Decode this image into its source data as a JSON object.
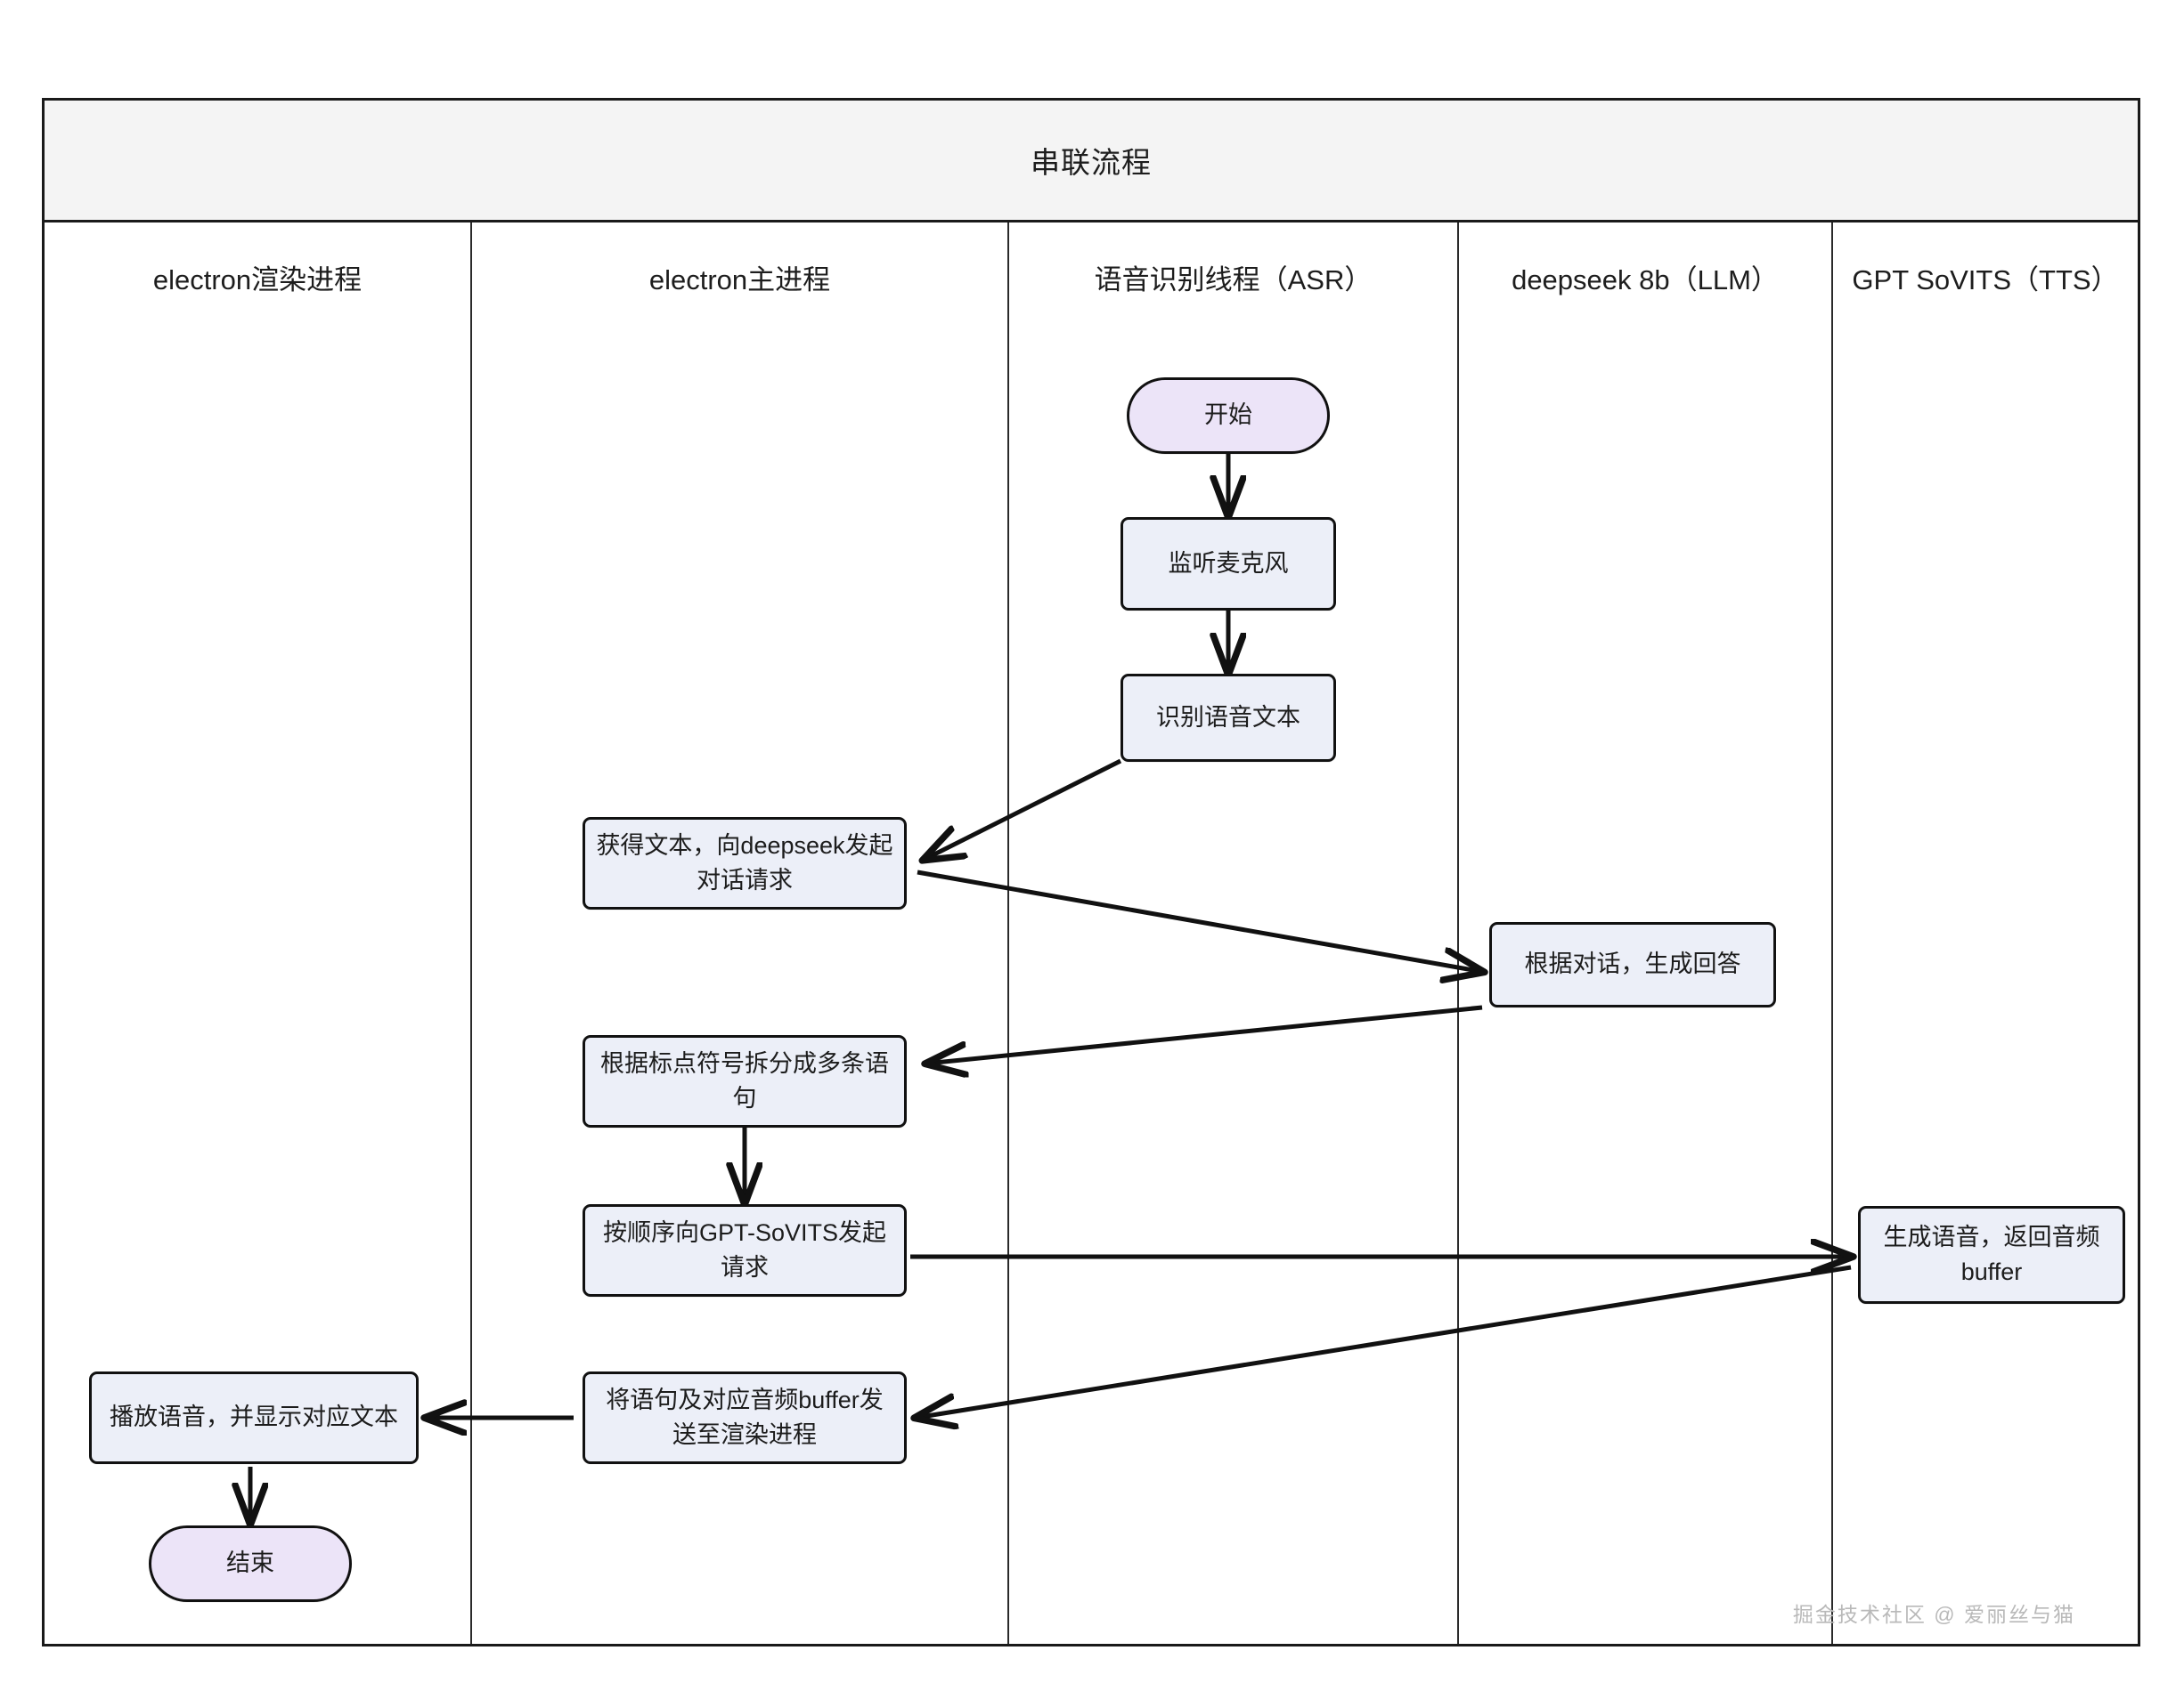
{
  "diagram": {
    "title": "串联流程",
    "type": "flowchart-swimlane",
    "lanes": [
      {
        "id": "renderer",
        "label": "electron渲染进程"
      },
      {
        "id": "main",
        "label": "electron主进程"
      },
      {
        "id": "asr",
        "label": "语音识别线程（ASR）"
      },
      {
        "id": "llm",
        "label": "deepseek 8b（LLM）"
      },
      {
        "id": "tts",
        "label": "GPT SoVITS（TTS）"
      }
    ],
    "nodes": {
      "start": {
        "label": "开始",
        "lane": "asr",
        "shape": "stadium"
      },
      "listen_mic": {
        "label": "监听麦克风",
        "lane": "asr",
        "shape": "rounded-rect"
      },
      "recognize": {
        "label": "识别语音文本",
        "lane": "asr",
        "shape": "rounded-rect"
      },
      "get_text": {
        "label": "获得文本，向deepseek发起对话请求",
        "lane": "main",
        "shape": "rounded-rect"
      },
      "llm_answer": {
        "label": "根据对话，生成回答",
        "lane": "llm",
        "shape": "rounded-rect"
      },
      "split_text": {
        "label": "根据标点符号拆分成多条语句",
        "lane": "main",
        "shape": "rounded-rect"
      },
      "tts_request": {
        "label": "按顺序向GPT-SoVITS发起请求",
        "lane": "main",
        "shape": "rounded-rect"
      },
      "tts_generate": {
        "label": "生成语音，返回音频buffer",
        "lane": "tts",
        "shape": "rounded-rect"
      },
      "send_render": {
        "label": "将语句及对应音频buffer发送至渲染进程",
        "lane": "main",
        "shape": "rounded-rect"
      },
      "play_audio": {
        "label": "播放语音，并显示对应文本",
        "lane": "renderer",
        "shape": "rounded-rect"
      },
      "end": {
        "label": "结束",
        "lane": "renderer",
        "shape": "stadium"
      }
    },
    "edges": [
      {
        "from": "start",
        "to": "listen_mic",
        "style": "vertical"
      },
      {
        "from": "listen_mic",
        "to": "recognize",
        "style": "vertical"
      },
      {
        "from": "recognize",
        "to": "get_text",
        "style": "diagonal"
      },
      {
        "from": "get_text",
        "to": "llm_answer",
        "style": "diagonal"
      },
      {
        "from": "llm_answer",
        "to": "split_text",
        "style": "diagonal"
      },
      {
        "from": "split_text",
        "to": "tts_request",
        "style": "vertical"
      },
      {
        "from": "tts_request",
        "to": "tts_generate",
        "style": "horizontal"
      },
      {
        "from": "tts_generate",
        "to": "send_render",
        "style": "diagonal"
      },
      {
        "from": "send_render",
        "to": "play_audio",
        "style": "horizontal"
      },
      {
        "from": "play_audio",
        "to": "end",
        "style": "vertical"
      }
    ],
    "colors": {
      "node_fill": "#eceff8",
      "terminal_fill": "#ece4f8",
      "stroke": "#111111",
      "title_band_fill": "#f4f4f4",
      "watermark": "#b9b9b9"
    }
  },
  "watermark": {
    "text": "掘金技术社区 @ 爱丽丝与猫"
  }
}
